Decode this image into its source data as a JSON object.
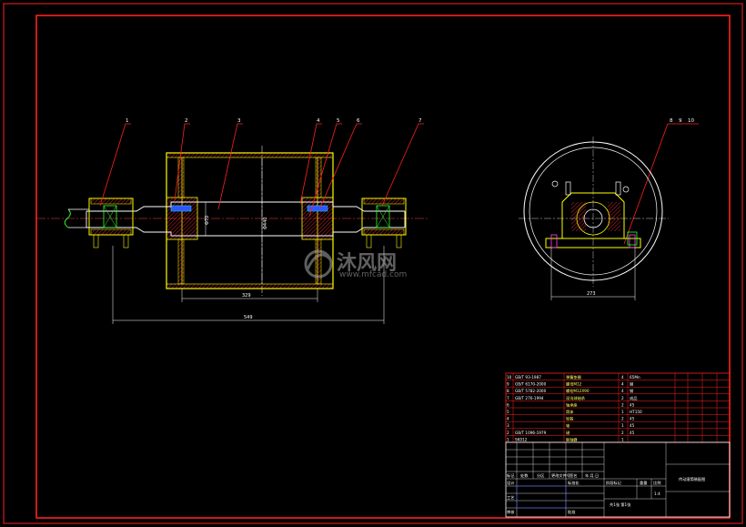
{
  "balloons": [
    "1",
    "2",
    "3",
    "4",
    "5",
    "6",
    "7",
    "8",
    "9",
    "10"
  ],
  "dimensions": {
    "shaft_length": "549",
    "drum_length": "329",
    "end_view_width": "273",
    "drum_diameter": "Φ440",
    "shaft_diameter": "Φ70"
  },
  "parts_list": [
    {
      "no": "10",
      "std": "GB/T 93-1987",
      "name": "弹簧垫圈",
      "qty": "4",
      "mat": "65Mn"
    },
    {
      "no": "9",
      "std": "GB/T 6170-2000",
      "name": "螺母M12",
      "qty": "4",
      "mat": "钢"
    },
    {
      "no": "8",
      "std": "GB/T 5782-2000",
      "name": "螺栓M12X90",
      "qty": "4",
      "mat": "钢"
    },
    {
      "no": "7",
      "std": "GB/T 276-1994",
      "name": "深沟球轴承",
      "qty": "2",
      "mat": "成品"
    },
    {
      "no": "6",
      "std": "",
      "name": "轴承座",
      "qty": "2",
      "mat": "45"
    },
    {
      "no": "5",
      "std": "",
      "name": "筒体",
      "qty": "1",
      "mat": "HT150"
    },
    {
      "no": "4",
      "std": "",
      "name": "轮毂",
      "qty": "2",
      "mat": "45"
    },
    {
      "no": "3",
      "std": "",
      "name": "轴",
      "qty": "1",
      "mat": "45"
    },
    {
      "no": "2",
      "std": "GB/T 1096-1979",
      "name": "键",
      "qty": "2",
      "mat": "45"
    },
    {
      "no": "1",
      "std": "SK012",
      "name": "联轴器",
      "qty": "1",
      "mat": ""
    }
  ],
  "title_block": {
    "title": "传动滚筒装配图",
    "scale": "1:4",
    "scale_label": "比例",
    "weight_label": "重量",
    "stage_label": "阶段标记",
    "sheets": "共1张 第1张",
    "row_design": "设计",
    "row_process": "工艺",
    "row_check": "审核",
    "col_mark": "标记",
    "col_count": "处数",
    "col_zone": "分区",
    "col_doc": "更改文件号",
    "col_sign": "签名",
    "col_date": "年.月.日",
    "col_std": "标准化",
    "col_approve": "批准"
  },
  "watermark": {
    "text": "沐风网",
    "url": "www.mfcad.com"
  },
  "colors": {
    "frame": "#ff2020",
    "outline": "#ffff00",
    "dim": "#ffffff",
    "hatch": "#ff3030",
    "center": "#ff4040",
    "cyan": "#00e5ff",
    "green": "#33ff33",
    "blue": "#3355ff",
    "magenta": "#ff44ff"
  }
}
